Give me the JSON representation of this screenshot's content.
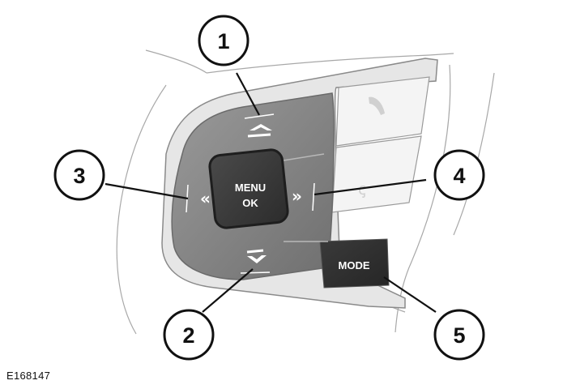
{
  "figure": {
    "id": "E168147",
    "controls": {
      "menu_ok_line1": "MENU",
      "menu_ok_line2": "OK",
      "mode": "MODE"
    },
    "callouts": [
      {
        "number": "1",
        "target": "up-button"
      },
      {
        "number": "2",
        "target": "down-button"
      },
      {
        "number": "3",
        "target": "left-button"
      },
      {
        "number": "4",
        "target": "right-button"
      },
      {
        "number": "5",
        "target": "mode-button"
      }
    ]
  }
}
